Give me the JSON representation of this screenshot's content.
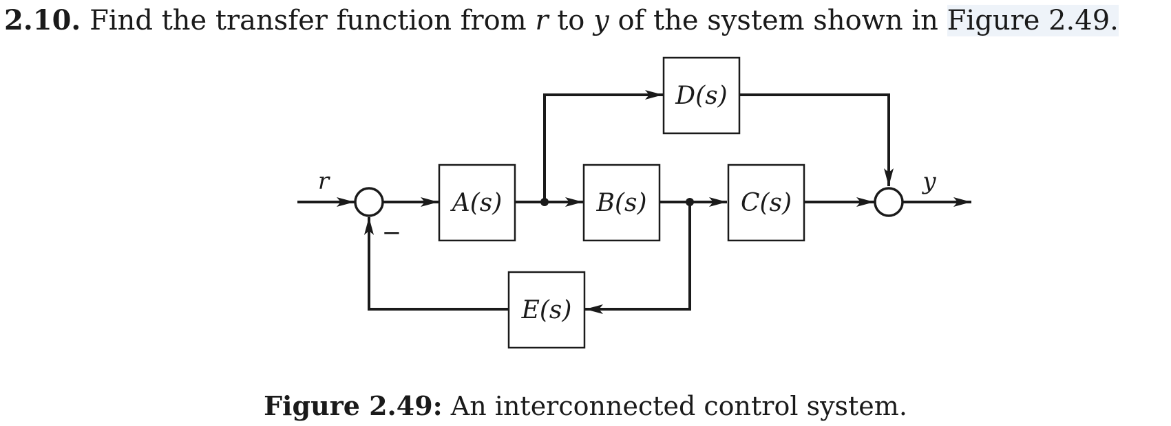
{
  "problem": {
    "number": "2.10.",
    "text_1": "Find the transfer function from",
    "var_r": "r",
    "text_2": "to",
    "var_y": "y",
    "text_3": "of the system shown in",
    "figure_ref": "Figure 2.49."
  },
  "diagram": {
    "blocks": {
      "A": "A(s)",
      "B": "B(s)",
      "C": "C(s)",
      "D": "D(s)",
      "E": "E(s)"
    },
    "input_label": "r",
    "output_label": "y",
    "feedback_sign": "−"
  },
  "caption": {
    "label": "Figure 2.49:",
    "text": "An interconnected control system."
  }
}
